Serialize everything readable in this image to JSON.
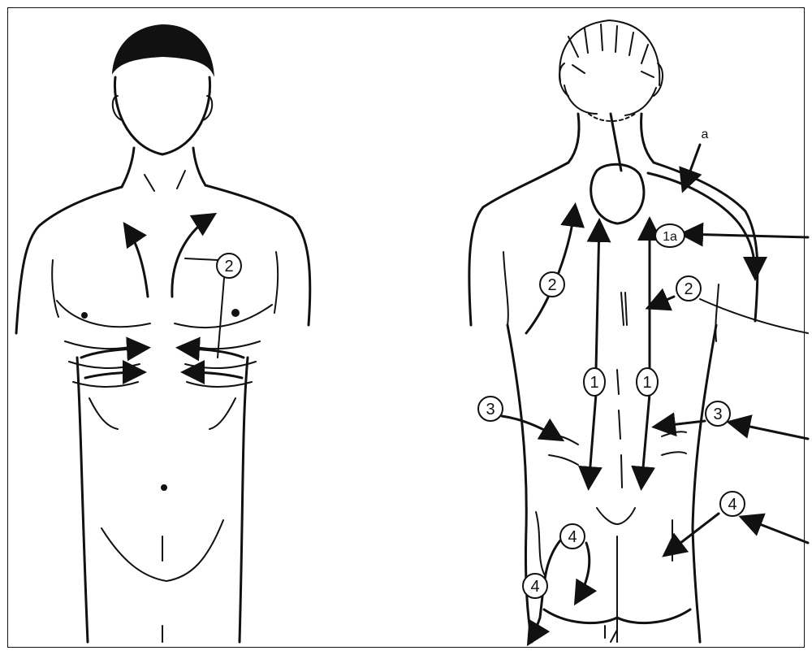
{
  "labels": {
    "a": "a",
    "one_a": "1a",
    "one": "1",
    "two": "2",
    "three": "3",
    "four": "4"
  }
}
